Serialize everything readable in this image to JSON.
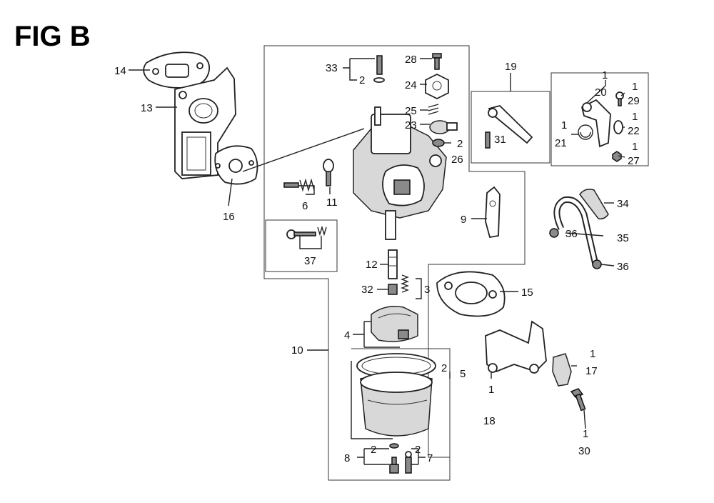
{
  "figure": {
    "title": "FIG B"
  },
  "callouts": [
    {
      "id": "c14",
      "text": "14"
    },
    {
      "id": "c13",
      "text": "13"
    },
    {
      "id": "c16",
      "text": "16"
    },
    {
      "id": "c33",
      "text": "33"
    },
    {
      "id": "c33q",
      "text": "2"
    },
    {
      "id": "c28",
      "text": "28"
    },
    {
      "id": "c24",
      "text": "24"
    },
    {
      "id": "c25",
      "text": "25"
    },
    {
      "id": "c23",
      "text": "23"
    },
    {
      "id": "c26q",
      "text": "2"
    },
    {
      "id": "c26",
      "text": "26"
    },
    {
      "id": "c6",
      "text": "6"
    },
    {
      "id": "c11",
      "text": "11"
    },
    {
      "id": "c37",
      "text": "37"
    },
    {
      "id": "c19",
      "text": "19"
    },
    {
      "id": "c31",
      "text": "31"
    },
    {
      "id": "c20q",
      "text": "1"
    },
    {
      "id": "c20",
      "text": "20"
    },
    {
      "id": "c29q",
      "text": "1"
    },
    {
      "id": "c29",
      "text": "29"
    },
    {
      "id": "c22q",
      "text": "1"
    },
    {
      "id": "c22",
      "text": "22"
    },
    {
      "id": "c21q",
      "text": "1"
    },
    {
      "id": "c21",
      "text": "21"
    },
    {
      "id": "c27q",
      "text": "1"
    },
    {
      "id": "c27",
      "text": "27"
    },
    {
      "id": "c9",
      "text": "9"
    },
    {
      "id": "c34",
      "text": "34"
    },
    {
      "id": "c36a",
      "text": "36"
    },
    {
      "id": "c35",
      "text": "35"
    },
    {
      "id": "c36b",
      "text": "36"
    },
    {
      "id": "c12",
      "text": "12"
    },
    {
      "id": "c32",
      "text": "32"
    },
    {
      "id": "c3",
      "text": "3"
    },
    {
      "id": "c15",
      "text": "15"
    },
    {
      "id": "c4",
      "text": "4"
    },
    {
      "id": "c10",
      "text": "10"
    },
    {
      "id": "c5q",
      "text": "2"
    },
    {
      "id": "c5",
      "text": "5"
    },
    {
      "id": "c17q",
      "text": "1"
    },
    {
      "id": "c17",
      "text": "17"
    },
    {
      "id": "c18q",
      "text": "1"
    },
    {
      "id": "c18",
      "text": "18"
    },
    {
      "id": "c30q",
      "text": "1"
    },
    {
      "id": "c30",
      "text": "30"
    },
    {
      "id": "c8q",
      "text": "2"
    },
    {
      "id": "c8",
      "text": "8"
    },
    {
      "id": "c7q",
      "text": "2"
    },
    {
      "id": "c7",
      "text": "7"
    }
  ]
}
